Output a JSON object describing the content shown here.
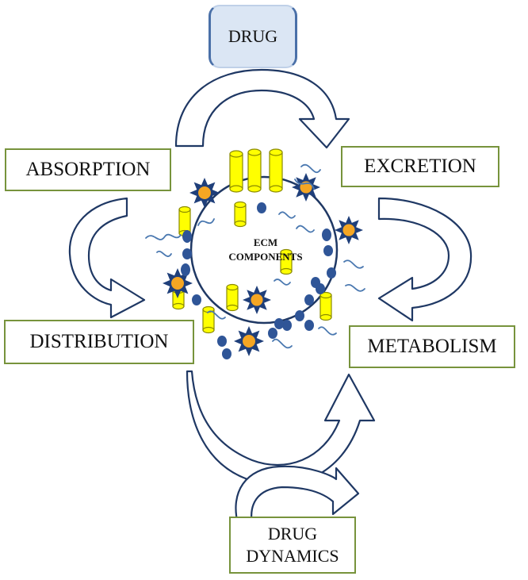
{
  "diagram": {
    "drug_label": "DRUG",
    "absorption_label": "ABSORPTION",
    "excretion_label": "EXCRETION",
    "distribution_label": "DISTRIBUTION",
    "metabolism_label": "METABOLISM",
    "dynamics_line1": "DRUG",
    "dynamics_line2": "DYNAMICS",
    "ecm_line1": "ECM",
    "ecm_line2": "COMPONENTS"
  },
  "colors": {
    "arrow_stroke": "#1f3864",
    "box_border": "#77933c",
    "drug_fill": "#dbe6f4",
    "cylinder_fill": "#ffff00",
    "cylinder_stroke": "#8a8a00",
    "bead_fill": "#2f5597",
    "star_fill": "#1f3f7a",
    "star_center": "#f5a623",
    "squiggle": "#4a78b0"
  },
  "icons": [
    "curved-arrow-icon",
    "cylinder-icon",
    "star-molecule-icon",
    "bead-icon",
    "squiggle-icon"
  ]
}
